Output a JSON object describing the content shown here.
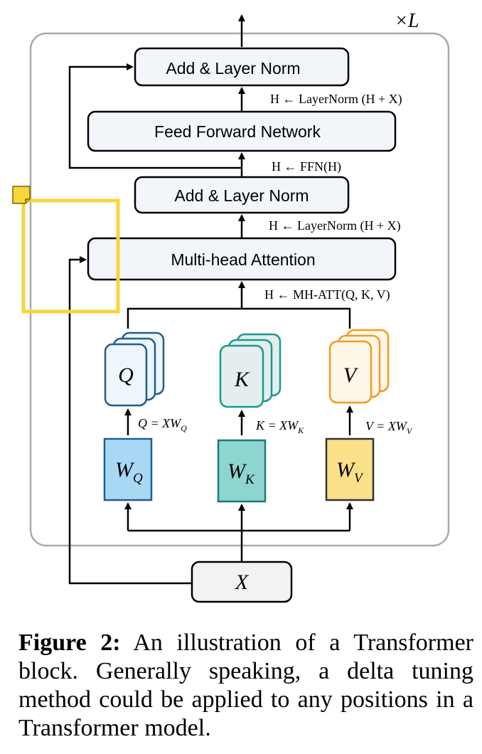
{
  "repeat_label": "×L",
  "blocks": {
    "add_norm_top": "Add & Layer Norm",
    "ffn": "Feed Forward Network",
    "add_norm_mid": "Add & Layer Norm",
    "mha": "Multi-head Attention"
  },
  "equations": {
    "norm_top": "H ← LayerNorm (H + X)",
    "ffn": "H ← FFN(H)",
    "norm_mid": "H ← LayerNorm (H + X)",
    "mha": "H ← MH-ATT(Q, K, V)",
    "q": "Q = XW",
    "q_sub": "Q",
    "k": "K = XW",
    "k_sub": "K",
    "v": "V = XW",
    "v_sub": "V"
  },
  "stacks": {
    "q": "Q",
    "k": "K",
    "v": "V"
  },
  "weights": {
    "w_q": "W",
    "w_q_sub": "Q",
    "w_k": "W",
    "w_k_sub": "K",
    "w_v": "W",
    "w_v_sub": "V"
  },
  "input": "X",
  "caption": {
    "label": "Figure 2:",
    "text": " An illustration of a Transformer block. Generally speaking, a delta tuning method could be applied to any positions in a Transformer model."
  },
  "colors": {
    "outer_frame": "#aaaaaa",
    "block_fill": "#f2f6fa",
    "q_stroke": "#1f5f8b",
    "q_fill": "#eef5fb",
    "k_stroke": "#1a9a8c",
    "k_fill": "#e4eeee",
    "v_stroke": "#f59a23",
    "v_fill": "#fef7ea",
    "wq_fill": "#a9d8f5",
    "wk_fill": "#8fd5cf",
    "wv_fill": "#fbe08a",
    "highlight": "#f8d53a"
  }
}
